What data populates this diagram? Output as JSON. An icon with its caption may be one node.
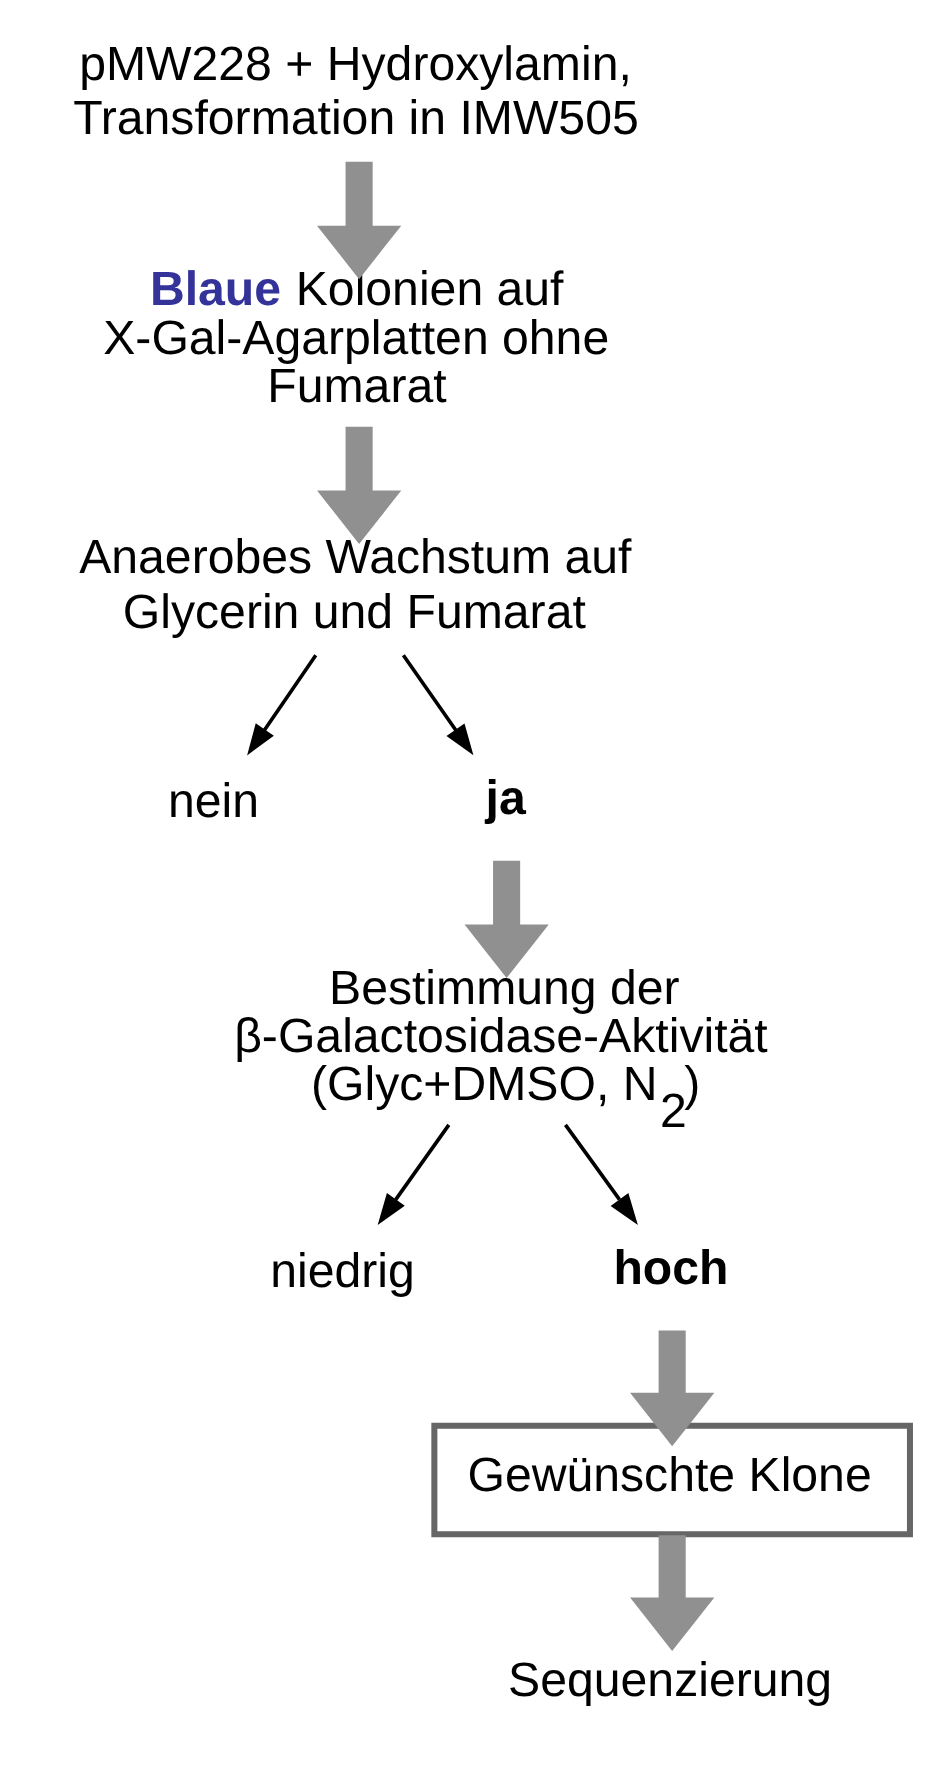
{
  "diagram": {
    "nodes": [
      {
        "text": [
          "pMW228 + Hydroxylamin, Transformation in IMW505"
        ]
      },
      {
        "text": [
          "**Blaue** Kolonien auf X-Gal-Agarplatten ohne Fumarat"
        ]
      },
      {
        "text": [
          "Anaerobes Wachstum auf Glycerin und Fumarat"
        ]
      },
      {
        "text": [
          "nein"
        ]
      },
      {
        "text": [
          "ja"
        ]
      },
      {
        "text": [
          "Bestimmung der β-Galactosidase-Aktivität (Glyc+DMSO, N$_{2}$)"
        ]
      },
      {
        "text": [
          "niedrig"
        ]
      },
      {
        "text": [
          "hoch"
        ]
      },
      {
        "text": [
          "Gewünschte Klone"
        ]
      },
      {
        "text": [
          "Sequenzierung"
        ]
      }
    ],
    "edges": [
      {
        "from": 0,
        "to": 1,
        "arrow": "to"
      },
      {
        "from": 1,
        "to": 2,
        "arrow": "to"
      },
      {
        "from": 2,
        "to": 3,
        "arrow": "to",
        "color": "#000000"
      },
      {
        "from": 2,
        "to": 4,
        "arrow": "to",
        "color": "#000000"
      },
      {
        "from": 4,
        "to": 5,
        "arrow": "to"
      },
      {
        "from": 5,
        "to": 6,
        "arrow": "to",
        "color": "#000000"
      },
      {
        "from": 5,
        "to": 7,
        "arrow": "to",
        "color": "#000000"
      },
      {
        "from": 7,
        "to": 8,
        "arrow": "to"
      },
      {
        "from": 8,
        "to": 9,
        "arrow": "to"
      }
    ]
  }
}
